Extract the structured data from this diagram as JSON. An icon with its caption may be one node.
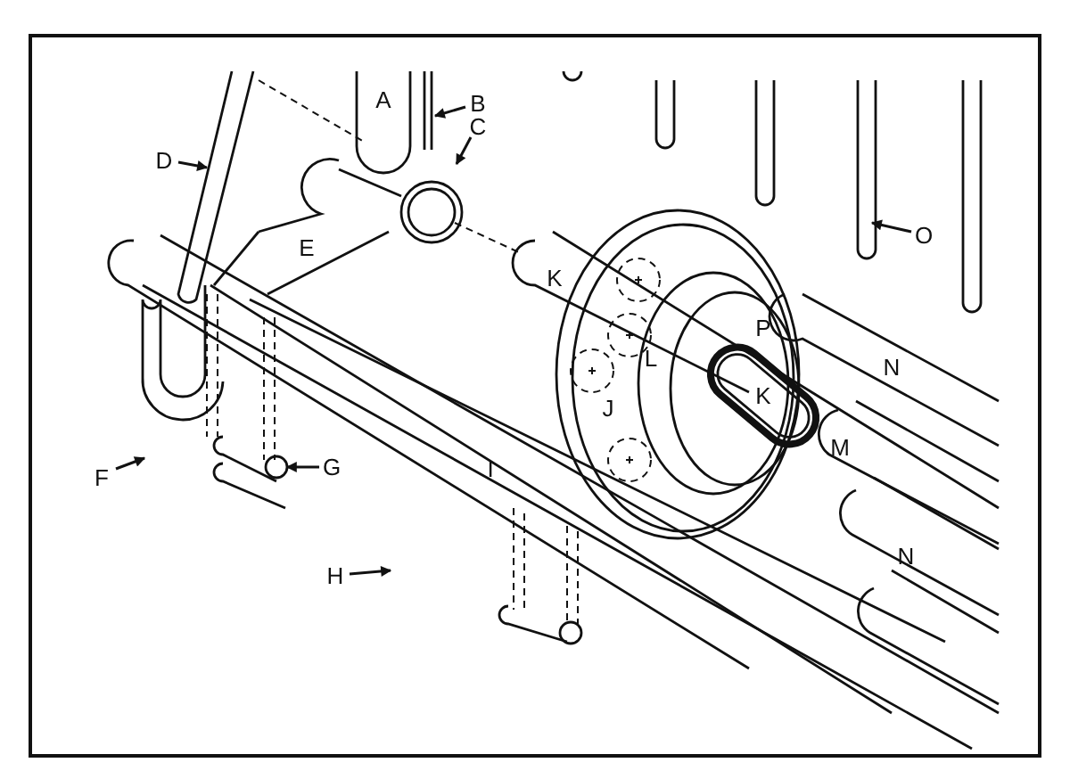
{
  "diagram": {
    "nodes": [
      {
        "text": [
          "B"
        ]
      },
      {
        "text": [
          "C"
        ]
      },
      {
        "text": [
          "D"
        ]
      },
      {
        "text": [
          "O"
        ]
      },
      {
        "text": [
          "F"
        ]
      },
      {
        "text": [
          "G"
        ]
      },
      {
        "text": [
          "H"
        ]
      }
    ],
    "edges": [
      {
        "from": 0,
        "to": null,
        "arrow": "to"
      },
      {
        "from": 1,
        "to": null,
        "arrow": "to"
      },
      {
        "from": 2,
        "to": null,
        "arrow": "to"
      },
      {
        "from": 3,
        "to": null,
        "arrow": "to"
      },
      {
        "from": 4,
        "to": null,
        "arrow": "to"
      },
      {
        "from": 5,
        "to": null,
        "arrow": "to"
      },
      {
        "from": 6,
        "to": null,
        "arrow": "to"
      }
    ],
    "labels": [
      "A",
      "E",
      "K",
      "P",
      "N",
      "L",
      "K",
      "J",
      "I",
      "M",
      "N"
    ]
  }
}
